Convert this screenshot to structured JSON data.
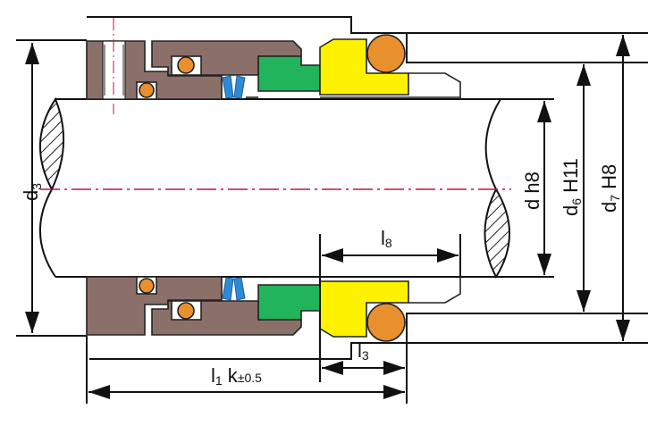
{
  "diagram": {
    "labels": {
      "d3": {
        "main": "d",
        "sub": "3"
      },
      "d_h8": "d h8",
      "d6_H11": {
        "main": "d",
        "sub": "6",
        "suffix": " H11"
      },
      "d7_H8": {
        "main": "d",
        "sub": "7",
        "suffix": " H8"
      },
      "l8": {
        "main": "l",
        "sub": "8"
      },
      "l3": {
        "main": "l",
        "sub": "3"
      },
      "l1": {
        "main": "l",
        "sub": "1",
        "suffix": " k",
        "tol": "±0.5"
      }
    },
    "colors": {
      "metal": "#8a7069",
      "oring": "#e8902e",
      "spring": "#2d8ad6",
      "face": "#21b45a",
      "seat": "#fff200",
      "centerline": "#c0143c"
    }
  }
}
